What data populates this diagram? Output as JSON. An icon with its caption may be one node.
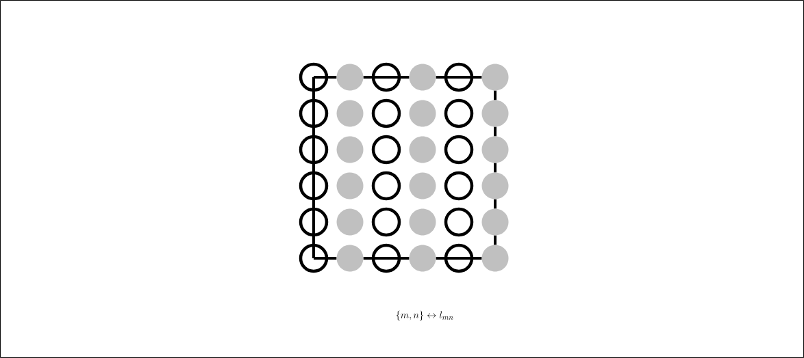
{
  "diagram": {
    "caption": "\\{m,n\\} \\leftrightarrow l_{mn}",
    "nodes": [
      {
        "text": [],
        "shape": "circle"
      },
      {
        "text": [],
        "shape": "circle"
      },
      {
        "text": [],
        "shape": "circle"
      },
      {
        "text": [],
        "shape": "circle"
      },
      {
        "text": [],
        "shape": "circle"
      },
      {
        "text": [],
        "shape": "circle"
      },
      {
        "text": [],
        "shape": "circle"
      },
      {
        "text": [],
        "shape": "circle"
      },
      {
        "text": [],
        "shape": "circle"
      },
      {
        "text": [],
        "shape": "circle"
      },
      {
        "text": [],
        "shape": "circle"
      },
      {
        "text": [],
        "shape": "circle"
      },
      {
        "text": [],
        "shape": "circle"
      },
      {
        "text": [],
        "shape": "circle"
      },
      {
        "text": [],
        "shape": "circle"
      },
      {
        "text": [],
        "shape": "circle"
      },
      {
        "text": [],
        "shape": "circle"
      },
      {
        "text": [],
        "shape": "circle"
      },
      {
        "text": [],
        "shape": "circle"
      },
      {
        "text": [],
        "shape": "circle"
      },
      {
        "text": [],
        "shape": "circle"
      },
      {
        "text": [],
        "shape": "circle"
      },
      {
        "text": [],
        "shape": "circle"
      },
      {
        "text": [],
        "shape": "circle"
      },
      {
        "text": [],
        "shape": "circle"
      },
      {
        "text": [],
        "shape": "circle"
      },
      {
        "text": [],
        "shape": "circle"
      },
      {
        "text": [],
        "shape": "circle"
      },
      {
        "text": [],
        "shape": "circle"
      },
      {
        "text": [],
        "shape": "circle"
      },
      {
        "text": [],
        "shape": "circle"
      },
      {
        "text": [],
        "shape": "circle"
      },
      {
        "text": [],
        "shape": "circle"
      },
      {
        "text": [],
        "shape": "circle"
      },
      {
        "text": [],
        "shape": "circle"
      },
      {
        "text": [],
        "shape": "circle"
      }
    ],
    "edges": [
      {
        "from": 0,
        "to": 1,
        "arrow": "none"
      },
      {
        "from": 1,
        "to": 2,
        "arrow": "none"
      },
      {
        "from": 2,
        "to": 3,
        "arrow": "none"
      },
      {
        "from": 3,
        "to": 4,
        "arrow": "none"
      },
      {
        "from": 4,
        "to": 5,
        "arrow": "none"
      },
      {
        "from": 0,
        "to": 6,
        "arrow": "none"
      },
      {
        "from": 5,
        "to": 11,
        "arrow": "none"
      },
      {
        "from": 6,
        "to": 12,
        "arrow": "none"
      },
      {
        "from": 11,
        "to": 17,
        "arrow": "none"
      },
      {
        "from": 12,
        "to": 18,
        "arrow": "none"
      },
      {
        "from": 17,
        "to": 23,
        "arrow": "none"
      },
      {
        "from": 18,
        "to": 24,
        "arrow": "none"
      },
      {
        "from": 23,
        "to": 29,
        "arrow": "none"
      },
      {
        "from": 24,
        "to": 30,
        "arrow": "none"
      },
      {
        "from": 29,
        "to": 35,
        "arrow": "none"
      },
      {
        "from": 30,
        "to": 31,
        "arrow": "none"
      },
      {
        "from": 31,
        "to": 32,
        "arrow": "none"
      },
      {
        "from": 32,
        "to": 33,
        "arrow": "none"
      },
      {
        "from": 33,
        "to": 34,
        "arrow": "none"
      },
      {
        "from": 34,
        "to": 35,
        "arrow": "none"
      }
    ]
  }
}
